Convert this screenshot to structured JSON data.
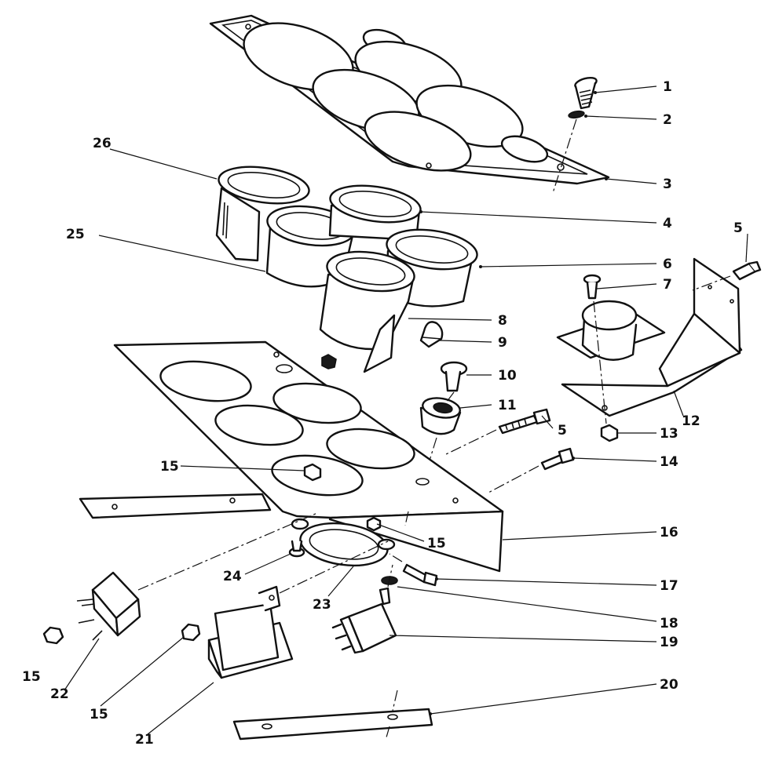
{
  "callouts": {
    "c1": "1",
    "c2": "2",
    "c3": "3",
    "c4": "4",
    "c5a": "5",
    "c5b": "5",
    "c6": "6",
    "c7": "7",
    "c8": "8",
    "c9": "9",
    "c10": "10",
    "c11": "11",
    "c12": "12",
    "c13": "13",
    "c14": "14",
    "c15a": "15",
    "c15b": "15",
    "c15c": "15",
    "c15d": "15",
    "c16": "16",
    "c17": "17",
    "c18": "18",
    "c19": "19",
    "c20": "20",
    "c21": "21",
    "c22": "22",
    "c23": "23",
    "c24": "24",
    "c25": "25",
    "c26": "26"
  }
}
